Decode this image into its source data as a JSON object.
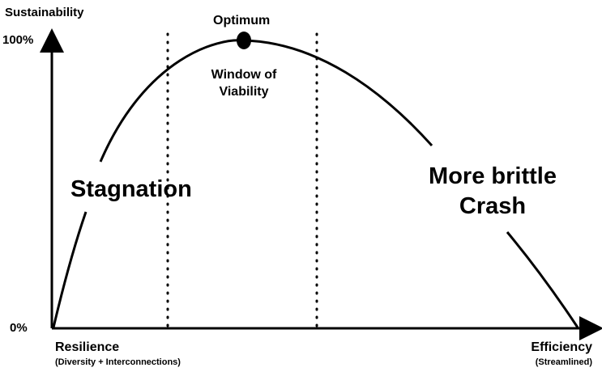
{
  "y_axis": {
    "title": "Sustainability",
    "top_label": "100%",
    "bottom_label": "0%"
  },
  "x_axis": {
    "left_label": "Resilience",
    "left_sublabel": "(Diversity + Interconnections)",
    "right_label": "Efficiency",
    "right_sublabel": "(Streamlined)"
  },
  "annotations": {
    "optimum": "Optimum",
    "window": "Window of Viability",
    "left_region": "Stagnation",
    "right_region": "More brittle Crash"
  },
  "colors": {
    "line": "#000000",
    "background": "#ffffff"
  }
}
